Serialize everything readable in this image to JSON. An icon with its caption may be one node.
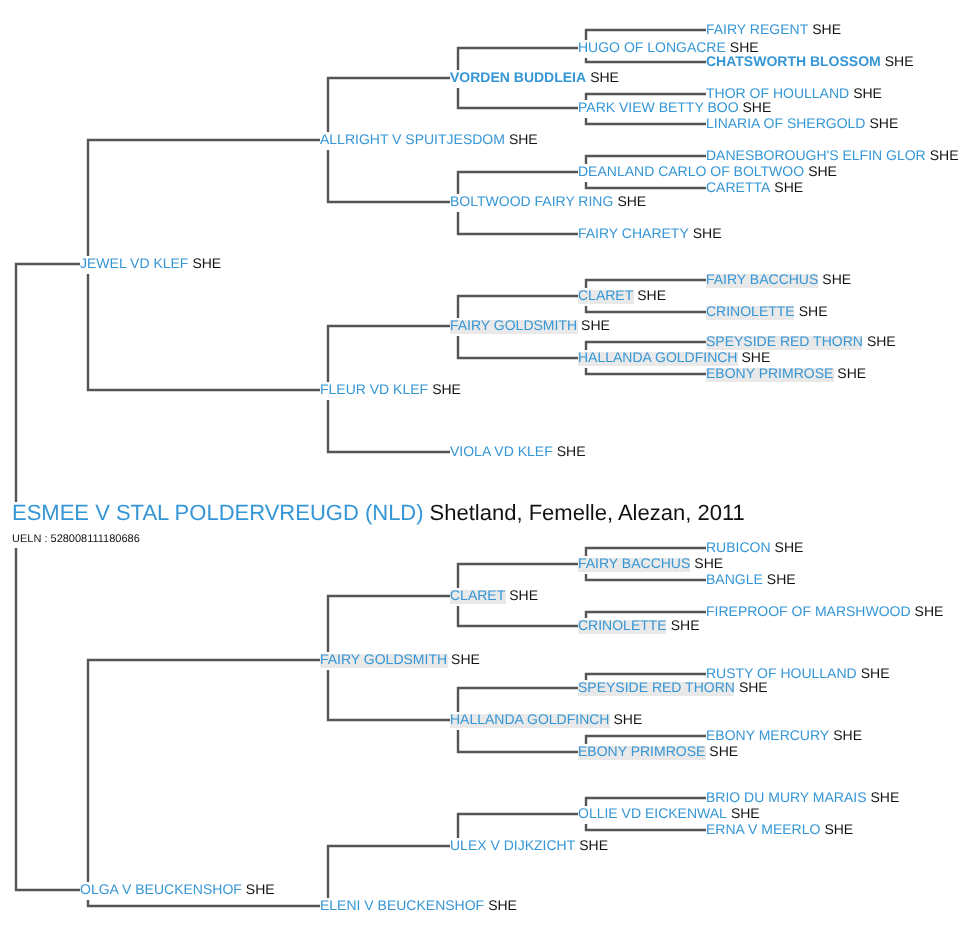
{
  "diagram": {
    "nodes": [
      {
        "text": [
          "FAIRY REGENT",
          "SHE"
        ]
      },
      {
        "text": [
          "HUGO OF LONGACRE",
          "SHE"
        ]
      },
      {
        "text": [
          "CHATSWORTH BLOSSOM",
          "SHE"
        ]
      },
      {
        "text": [
          "VORDEN BUDDLEIA",
          "SHE"
        ]
      },
      {
        "text": [
          "THOR OF HOULLAND",
          "SHE"
        ]
      },
      {
        "text": [
          "PARK VIEW BETTY BOO",
          "SHE"
        ]
      },
      {
        "text": [
          "LINARIA OF SHERGOLD",
          "SHE"
        ]
      },
      {
        "text": [
          "ALLRIGHT V SPUITJESDOM",
          "SHE"
        ]
      },
      {
        "text": [
          "DANESBOROUGH'S ELFIN GLOR",
          "SHE"
        ]
      },
      {
        "text": [
          "DEANLAND CARLO OF BOLTWOO",
          "SHE"
        ]
      },
      {
        "text": [
          "CARETTA",
          "SHE"
        ]
      },
      {
        "text": [
          "BOLTWOOD FAIRY RING",
          "SHE"
        ]
      },
      {
        "text": [
          "FAIRY CHARETY",
          "SHE"
        ]
      },
      {
        "text": [
          "JEWEL VD KLEF",
          "SHE"
        ]
      },
      {
        "text": [
          "FAIRY BACCHUS",
          "SHE"
        ]
      },
      {
        "text": [
          "CLARET",
          "SHE"
        ]
      },
      {
        "text": [
          "CRINOLETTE",
          "SHE"
        ]
      },
      {
        "text": [
          "FAIRY GOLDSMITH",
          "SHE"
        ]
      },
      {
        "text": [
          "SPEYSIDE RED THORN",
          "SHE"
        ]
      },
      {
        "text": [
          "HALLANDA GOLDFINCH",
          "SHE"
        ]
      },
      {
        "text": [
          "EBONY PRIMROSE",
          "SHE"
        ]
      },
      {
        "text": [
          "FLEUR VD KLEF",
          "SHE"
        ]
      },
      {
        "text": [
          "VIOLA VD KLEF",
          "SHE"
        ]
      },
      {
        "text": [
          "ESMEE V STAL POLDERVREUGD (NLD)",
          "Shetland, Femelle, Alezan, 2011",
          "UELN : 528008111180686"
        ]
      },
      {
        "text": [
          "RUBICON",
          "SHE"
        ]
      },
      {
        "text": [
          "FAIRY BACCHUS",
          "SHE"
        ]
      },
      {
        "text": [
          "BANGLE",
          "SHE"
        ]
      },
      {
        "text": [
          "CLARET",
          "SHE"
        ]
      },
      {
        "text": [
          "FIREPROOF OF MARSHWOOD",
          "SHE"
        ]
      },
      {
        "text": [
          "CRINOLETTE",
          "SHE"
        ]
      },
      {
        "text": [
          "FAIRY GOLDSMITH",
          "SHE"
        ]
      },
      {
        "text": [
          "RUSTY OF HOULLAND",
          "SHE"
        ]
      },
      {
        "text": [
          "SPEYSIDE RED THORN",
          "SHE"
        ]
      },
      {
        "text": [
          "HALLANDA GOLDFINCH",
          "SHE"
        ]
      },
      {
        "text": [
          "EBONY MERCURY",
          "SHE"
        ]
      },
      {
        "text": [
          "EBONY PRIMROSE",
          "SHE"
        ]
      },
      {
        "text": [
          "BRIO DU MURY MARAIS",
          "SHE"
        ]
      },
      {
        "text": [
          "OLLIE VD EICKENWAL",
          "SHE"
        ]
      },
      {
        "text": [
          "ERNA V MEERLO",
          "SHE"
        ]
      },
      {
        "text": [
          "ULEX V DIJKZICHT",
          "SHE"
        ]
      },
      {
        "text": [
          "OLGA V BEUCKENSHOF",
          "SHE"
        ]
      },
      {
        "text": [
          "ELENI V BEUCKENSHOF",
          "SHE"
        ]
      }
    ],
    "edges": [
      {
        "from": 1,
        "to": 0,
        "arrow": "none"
      },
      {
        "from": 1,
        "to": 2,
        "arrow": "none"
      },
      {
        "from": 3,
        "to": 1,
        "arrow": "none"
      },
      {
        "from": 3,
        "to": 5,
        "arrow": "none"
      },
      {
        "from": 5,
        "to": 4,
        "arrow": "none"
      },
      {
        "from": 5,
        "to": 6,
        "arrow": "none"
      },
      {
        "from": 7,
        "to": 3,
        "arrow": "none"
      },
      {
        "from": 7,
        "to": 11,
        "arrow": "none"
      },
      {
        "from": 9,
        "to": 8,
        "arrow": "none"
      },
      {
        "from": 9,
        "to": 10,
        "arrow": "none"
      },
      {
        "from": 11,
        "to": 9,
        "arrow": "none"
      },
      {
        "from": 11,
        "to": 12,
        "arrow": "none"
      },
      {
        "from": 13,
        "to": 7,
        "arrow": "none"
      },
      {
        "from": 13,
        "to": 21,
        "arrow": "none"
      },
      {
        "from": 15,
        "to": 14,
        "arrow": "none"
      },
      {
        "from": 15,
        "to": 16,
        "arrow": "none"
      },
      {
        "from": 17,
        "to": 15,
        "arrow": "none"
      },
      {
        "from": 17,
        "to": 19,
        "arrow": "none"
      },
      {
        "from": 19,
        "to": 18,
        "arrow": "none"
      },
      {
        "from": 19,
        "to": 20,
        "arrow": "none"
      },
      {
        "from": 21,
        "to": 17,
        "arrow": "none"
      },
      {
        "from": 21,
        "to": 22,
        "arrow": "none"
      },
      {
        "from": 23,
        "to": 13,
        "arrow": "none"
      },
      {
        "from": 23,
        "to": 40,
        "arrow": "none"
      },
      {
        "from": 25,
        "to": 24,
        "arrow": "none"
      },
      {
        "from": 25,
        "to": 26,
        "arrow": "none"
      },
      {
        "from": 27,
        "to": 25,
        "arrow": "none"
      },
      {
        "from": 27,
        "to": 29,
        "arrow": "none"
      },
      {
        "from": 29,
        "to": 28,
        "arrow": "none"
      },
      {
        "from": 30,
        "to": 27,
        "arrow": "none"
      },
      {
        "from": 30,
        "to": 33,
        "arrow": "none"
      },
      {
        "from": 32,
        "to": 31,
        "arrow": "none"
      },
      {
        "from": 33,
        "to": 32,
        "arrow": "none"
      },
      {
        "from": 33,
        "to": 35,
        "arrow": "none"
      },
      {
        "from": 35,
        "to": 34,
        "arrow": "none"
      },
      {
        "from": 37,
        "to": 36,
        "arrow": "none"
      },
      {
        "from": 37,
        "to": 38,
        "arrow": "none"
      },
      {
        "from": 39,
        "to": 37,
        "arrow": "none"
      },
      {
        "from": 40,
        "to": 30,
        "arrow": "none"
      },
      {
        "from": 40,
        "to": 41,
        "arrow": "none"
      },
      {
        "from": 41,
        "to": 39,
        "arrow": "none"
      }
    ]
  }
}
